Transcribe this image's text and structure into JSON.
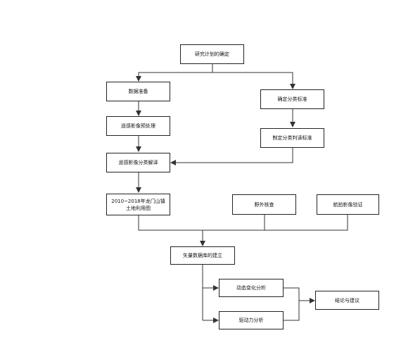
{
  "nodes": {
    "research_plan": "研究计划的确定",
    "data_prep": "数据准备",
    "rs_preprocess": "遥感影像预处理",
    "rs_interpret": "遥感影像分类解译",
    "landuse_map": "2010~2018年龙门山镇土地利用图",
    "classification_std": "确定分类标准",
    "interpret_std": "制定分类判读标准",
    "field_survey": "野外核查",
    "aerial_verify": "航拍影像验证",
    "vector_db": "矢量数据库的建立",
    "dynamic_analysis": "动态变化分析",
    "driving_analysis": "驱动力分析",
    "conclusion": "结论与建议"
  }
}
